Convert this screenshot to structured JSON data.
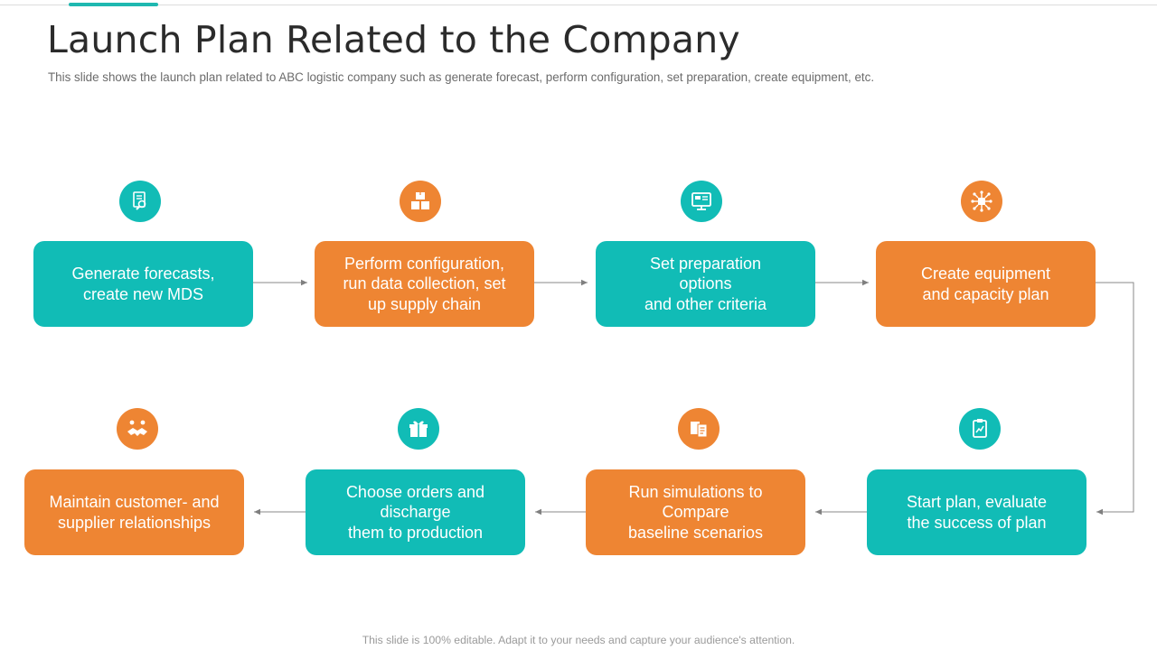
{
  "slide": {
    "title": "Launch Plan Related to the Company",
    "subtitle": "This slide shows the launch plan related to ABC logistic company such as generate forecast, perform configuration, set preparation, create equipment, etc.",
    "footer": "This slide is 100% editable. Adapt it to your needs and capture your audience's attention."
  },
  "colors": {
    "teal": "#11bcb6",
    "orange": "#ee8533",
    "accent": "#1fb8b0"
  },
  "steps": [
    {
      "label": "Generate forecasts,\ncreate new MDS",
      "color": "teal",
      "icon": "forecast-report-icon"
    },
    {
      "label": "Perform configuration,\nrun data collection, set\nup supply chain",
      "color": "orange",
      "icon": "boxes-supply-chain-icon"
    },
    {
      "label": "Set preparation\noptions\nand other criteria",
      "color": "teal",
      "icon": "monitor-settings-icon"
    },
    {
      "label": "Create equipment\nand capacity plan",
      "color": "orange",
      "icon": "network-chip-icon"
    },
    {
      "label": "Start plan, evaluate\nthe success of plan",
      "color": "teal",
      "icon": "clipboard-plan-icon"
    },
    {
      "label": "Run simulations to\nCompare\nbaseline scenarios",
      "color": "orange",
      "icon": "documents-compare-icon"
    },
    {
      "label": "Choose orders and\ndischarge\nthem to production",
      "color": "teal",
      "icon": "gift-box-order-icon"
    },
    {
      "label": "Maintain customer- and\nsupplier relationships",
      "color": "orange",
      "icon": "handshake-icon"
    }
  ]
}
